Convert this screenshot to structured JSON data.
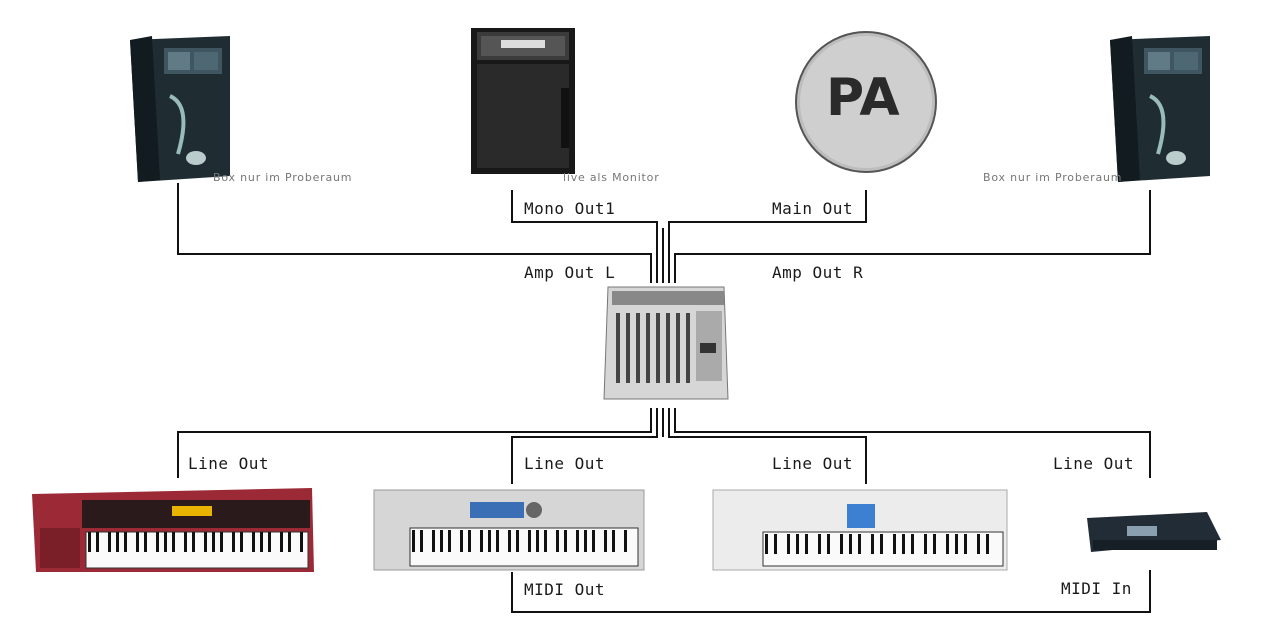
{
  "devices": {
    "speaker_left": {
      "caption": "Box nur im Proberaum"
    },
    "monitor_amp": {
      "caption": "live als Monitor"
    },
    "pa": {
      "text": "PA"
    },
    "speaker_right": {
      "caption": "Box nur im Proberaum"
    }
  },
  "labels": {
    "mono_out": "Mono Out1",
    "main_out": "Main Out",
    "amp_out_l": "Amp Out L",
    "amp_out_r": "Amp Out R",
    "line_out_1": "Line Out",
    "line_out_2": "Line Out",
    "line_out_3": "Line Out",
    "line_out_4": "Line Out",
    "midi_out": "MIDI Out",
    "midi_in": "MIDI In"
  },
  "colors": {
    "wire": "#111111",
    "speaker_body": "#1d2a30",
    "keyboard_red": "#9b2a36",
    "keyboard_silver": "#dcdcdc",
    "keyboard_white": "#eeeeee",
    "pa_disc": "#c4c4c4"
  }
}
